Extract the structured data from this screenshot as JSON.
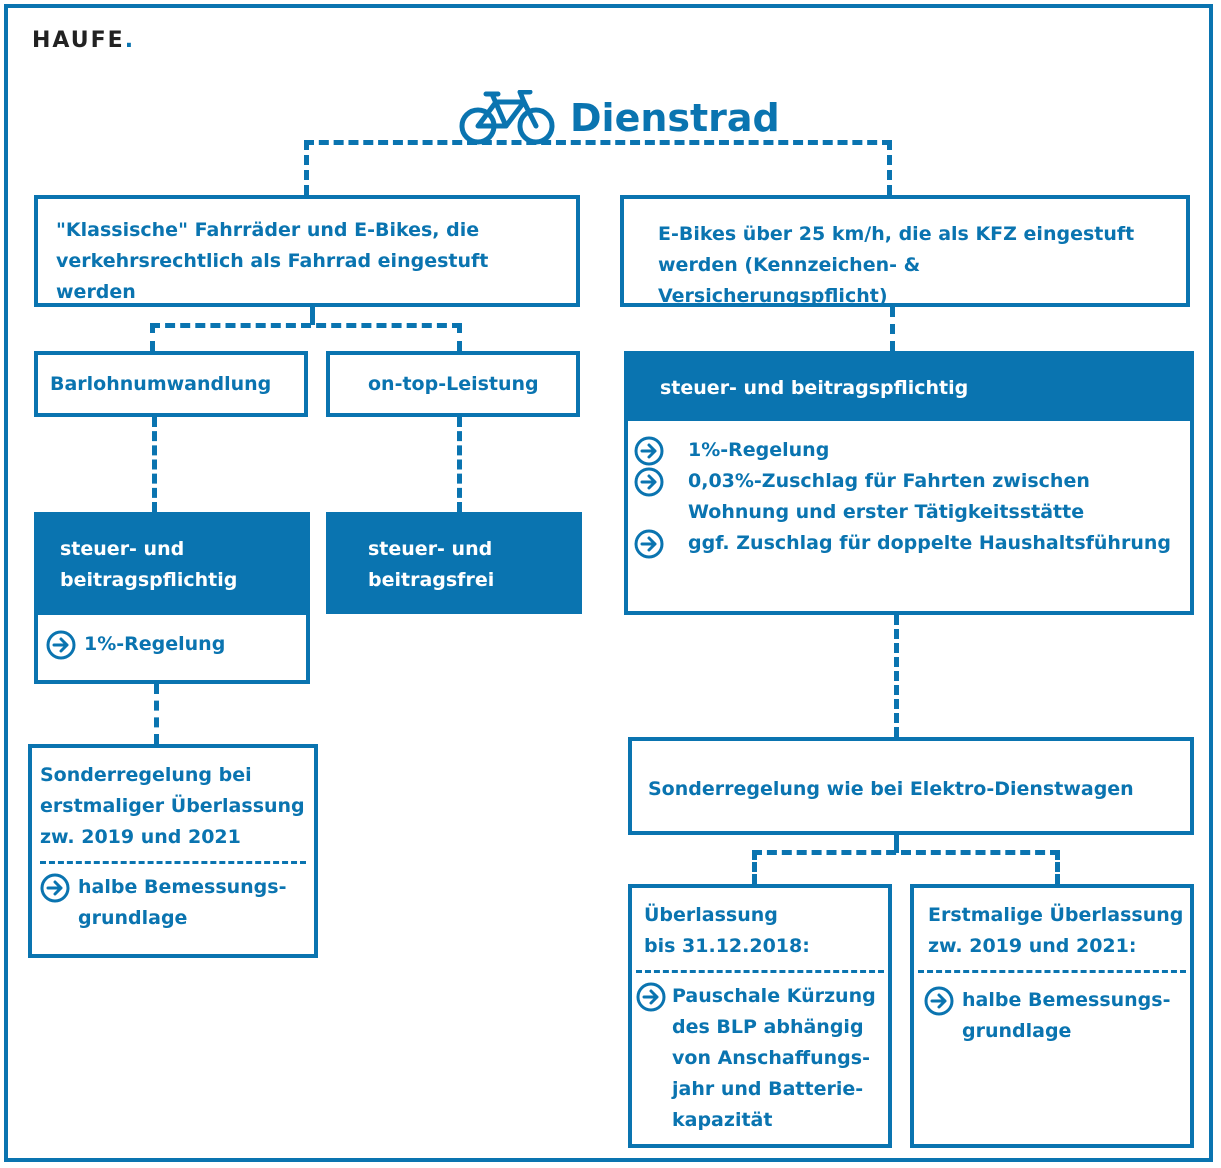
{
  "logo": {
    "brand": "HAUFE",
    "dot": "."
  },
  "title": {
    "text": "Dienstrad",
    "icon": "bicycle-icon"
  },
  "colors": {
    "primary": "#0a74b0",
    "background": "#ffffff"
  },
  "left": {
    "category": "\"Klassische\" Fahrräder und E-Bikes, die verkehrsrechtlich als Fahrrad eingestuft werden",
    "option_a": "Barlohnumwandlung",
    "option_b": "on-top-Leistung",
    "a_status": "steuer- und beitragspflichtig",
    "a_rule": "1%-Regelung",
    "b_status": "steuer- und beitragsfrei",
    "special": {
      "title": "Sonderregelung bei erstmaliger Überlassung zw. 2019 und 2021",
      "rule": "halbe Bemessungs- grundlage"
    }
  },
  "right": {
    "category": "E-Bikes über 25 km/h, die als KFZ eingestuft werden (Kennzeichen- & Versicherungspflicht)",
    "status": "steuer- und beitragspflichtig",
    "rules": [
      "1%-Regelung",
      "0,03%-Zuschlag für Fahrten zwischen Wohnung und erster Tätigkeitsstätte",
      "ggf. Zuschlag für doppelte Haushaltsführung"
    ],
    "special": "Sonderregelung wie bei Elektro-Dienstwagen",
    "sub_a": {
      "title": "Überlassung bis 31.12.2018:",
      "rule": "Pauschale Kürzung des BLP abhängig von Anschaffungs- jahr und Batterie- kapazität"
    },
    "sub_b": {
      "title": "Erstmalige Überlassung zw. 2019 und 2021:",
      "rule": "halbe Bemessungs- grundlage"
    }
  }
}
